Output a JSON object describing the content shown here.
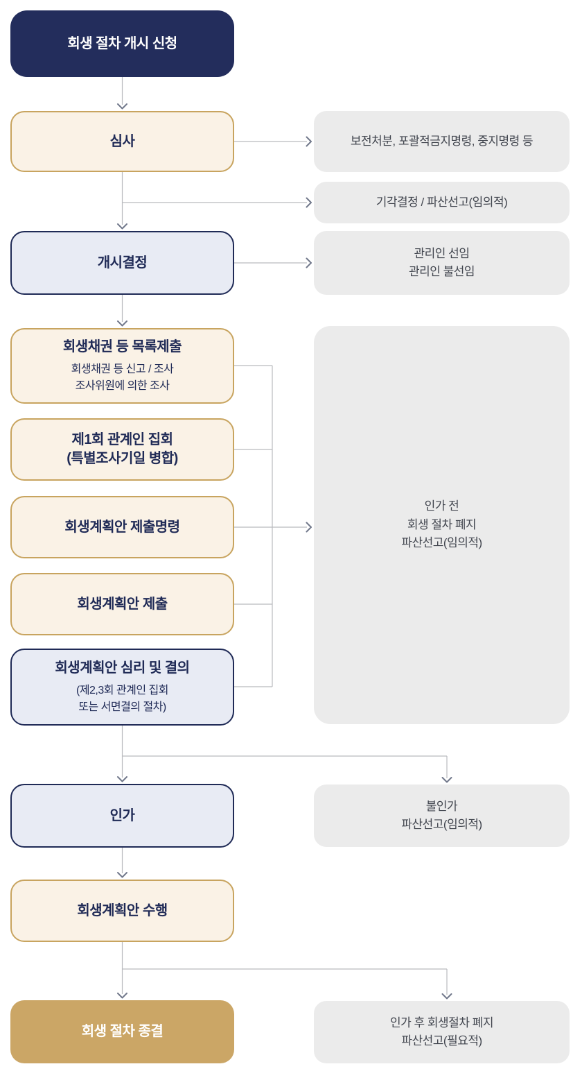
{
  "flow": {
    "nodes": {
      "start": {
        "title": "회생 절차 개시 신청"
      },
      "review": {
        "title": "심사"
      },
      "decision": {
        "title": "개시결정"
      },
      "claims": {
        "title": "회생채권 등 목록제출",
        "sub1": "회생채권 등 신고 / 조사",
        "sub2": "조사위원에 의한 조사"
      },
      "meeting1": {
        "title_line1": "제1회 관계인 집회",
        "title_line2": "(특별조사기일 병합)"
      },
      "plan_order": {
        "title": "회생계획안 제출명령"
      },
      "plan_submit": {
        "title": "회생계획안 제출"
      },
      "plan_vote": {
        "title": "회생계획안 심리 및 결의",
        "sub1": "(제2,3회 관계인 집회",
        "sub2": "또는 서면결의 절차)"
      },
      "approval": {
        "title": "인가"
      },
      "execution": {
        "title": "회생계획안 수행"
      },
      "closure": {
        "title": "회생 절차 종결"
      }
    },
    "side_notes": {
      "preservation": {
        "line1": "보전처분, 포괄적금지명령, 중지명령 등"
      },
      "dismissal": {
        "line1": "기각결정 / 파산선고(임의적)"
      },
      "custodian": {
        "line1": "관리인 선임",
        "line2": "관리인 불선임"
      },
      "pre_approval_abolition": {
        "line1": "인가 전",
        "line2": "회생 절차 폐지",
        "line3": "파산선고(임의적)"
      },
      "disapproval": {
        "line1": "불인가",
        "line2": "파산선고(임의적)"
      },
      "post_approval_abolition": {
        "line1": "인가 후 회생절차 폐지",
        "line2": "파산선고(필요적)"
      }
    },
    "colors": {
      "navy_fill": "#232d5c",
      "navy_border": "#1f2a56",
      "cream_fill": "#faf2e6",
      "tan_border": "#c8a45f",
      "blue_fill": "#e8ebf4",
      "gray_note_fill": "#ebebeb",
      "gold_fill": "#cba666",
      "note_text": "#42464f",
      "line_gray": "#b9babe",
      "arrow_gray": "#70778a"
    }
  }
}
